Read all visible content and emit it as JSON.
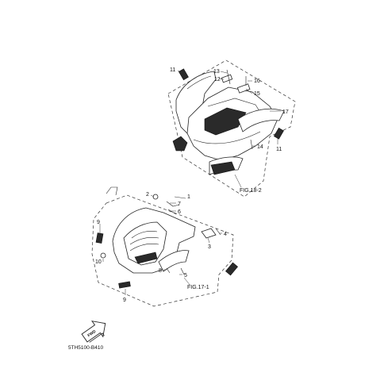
{
  "diagram": {
    "callouts": {
      "c1": "1",
      "c2": "2",
      "c3": "3",
      "c4": "4",
      "c5": "5",
      "c6": "6",
      "c7": "7",
      "c8": "8",
      "c9a": "9",
      "c9b": "9",
      "c10": "10",
      "c11a": "11",
      "c11b": "11",
      "c12": "12",
      "c13": "13",
      "c14": "14",
      "c15": "15",
      "c16": "16",
      "c17": "17"
    },
    "fig_refs": {
      "rear": "FIG.18-2",
      "front": "FIG.17-1"
    },
    "fwd_label": "FWD",
    "diagram_code": "5TH5100-B410"
  }
}
